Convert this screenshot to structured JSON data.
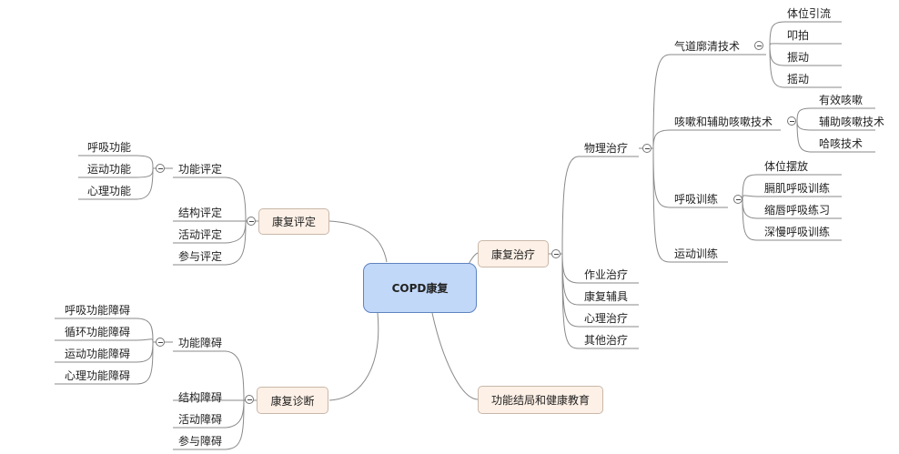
{
  "root": "COPD康复",
  "main": {
    "rehab_eval": "康复评定",
    "rehab_treat": "康复治疗",
    "rehab_diag": "康复诊断",
    "func_edu": "功能结局和健康教育"
  },
  "eval": {
    "func": "功能评定",
    "func_children": [
      "呼吸功能",
      "运动功能",
      "心理功能"
    ],
    "struct": "结构评定",
    "activity": "活动评定",
    "participation": "参与评定"
  },
  "diag": {
    "func": "功能障碍",
    "func_children": [
      "呼吸功能障碍",
      "循环功能障碍",
      "运动功能障碍",
      "心理功能障碍"
    ],
    "struct": "结构障碍",
    "activity": "活动障碍",
    "participation": "参与障碍"
  },
  "treat": {
    "physio": "物理治疗",
    "occupational": "作业治疗",
    "aids": "康复辅具",
    "psych": "心理治疗",
    "other": "其他治疗",
    "airway": "气道廓清技术",
    "airway_children": [
      "体位引流",
      "叩拍",
      "振动",
      "摇动"
    ],
    "cough": "咳嗽和辅助咳嗽技术",
    "cough_children": [
      "有效咳嗽",
      "辅助咳嗽技术",
      "哈咳技术"
    ],
    "breath": "呼吸训练",
    "breath_children": [
      "体位摆放",
      "膈肌呼吸训练",
      "缩唇呼吸练习",
      "深慢呼吸训练"
    ],
    "exercise": "运动训练"
  },
  "colors": {
    "line": "#888888",
    "root_fill": "#c2d8f8",
    "root_border": "#5f83c0",
    "node_fill": "#fdf0e6",
    "node_border": "#c8b8aa"
  }
}
